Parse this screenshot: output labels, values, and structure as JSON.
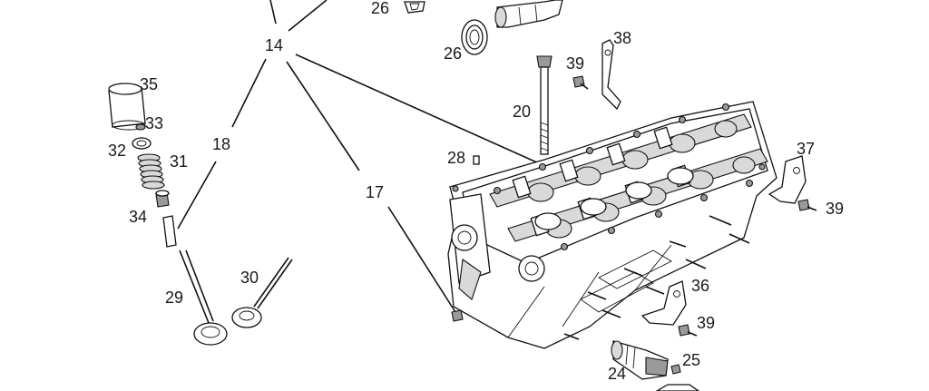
{
  "labels": {
    "l14": "14",
    "l17": "17",
    "l18": "18",
    "l20": "20",
    "l24": "24",
    "l25": "25",
    "l26a": "26",
    "l26b": "26",
    "l28": "28",
    "l29": "29",
    "l30": "30",
    "l31": "31",
    "l32": "32",
    "l33": "33",
    "l34": "34",
    "l35": "35",
    "l36": "36",
    "l37": "37",
    "l38": "38",
    "l39a": "39",
    "l39b": "39",
    "l39c": "39"
  }
}
